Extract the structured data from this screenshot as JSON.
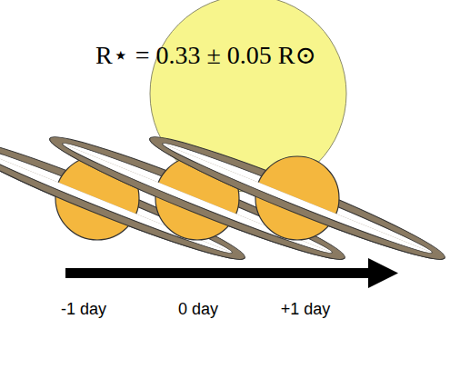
{
  "diagram": {
    "labels": [
      "R⋆ = 0.33 ± 0.05 R⊙",
      "-1 day",
      "0 day",
      "+1 day"
    ]
  }
}
